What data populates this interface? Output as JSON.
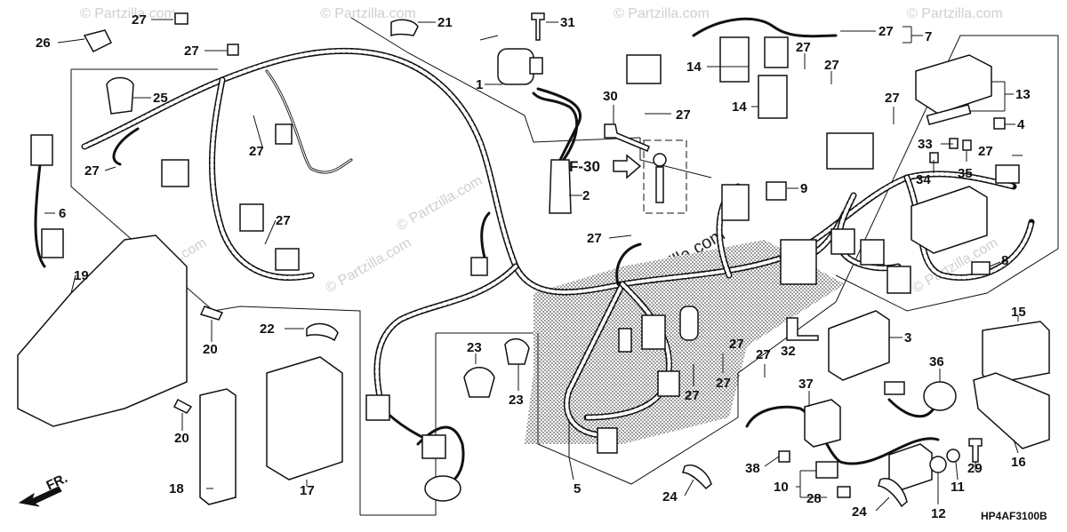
{
  "diagram": {
    "diagram_code": "HP4AF3100B",
    "ref_label": "F-30",
    "direction_label": "FR.",
    "watermark": "© Partzilla.com",
    "watermark_main": "© Partzilla.com",
    "callouts": [
      {
        "id": "c1",
        "label": "1"
      },
      {
        "id": "c2",
        "label": "2"
      },
      {
        "id": "c3",
        "label": "3"
      },
      {
        "id": "c4",
        "label": "4"
      },
      {
        "id": "c5",
        "label": "5"
      },
      {
        "id": "c6",
        "label": "6"
      },
      {
        "id": "c7",
        "label": "7"
      },
      {
        "id": "c8",
        "label": "8"
      },
      {
        "id": "c9",
        "label": "9"
      },
      {
        "id": "c10",
        "label": "10"
      },
      {
        "id": "c11",
        "label": "11"
      },
      {
        "id": "c12",
        "label": "12"
      },
      {
        "id": "c13",
        "label": "13"
      },
      {
        "id": "c14a",
        "label": "14"
      },
      {
        "id": "c14b",
        "label": "14"
      },
      {
        "id": "c15",
        "label": "15"
      },
      {
        "id": "c16",
        "label": "16"
      },
      {
        "id": "c17",
        "label": "17"
      },
      {
        "id": "c18",
        "label": "18"
      },
      {
        "id": "c19",
        "label": "19"
      },
      {
        "id": "c20a",
        "label": "20"
      },
      {
        "id": "c20b",
        "label": "20"
      },
      {
        "id": "c21",
        "label": "21"
      },
      {
        "id": "c22",
        "label": "22"
      },
      {
        "id": "c23a",
        "label": "23"
      },
      {
        "id": "c23b",
        "label": "23"
      },
      {
        "id": "c24a",
        "label": "24"
      },
      {
        "id": "c24b",
        "label": "24"
      },
      {
        "id": "c25",
        "label": "25"
      },
      {
        "id": "c26",
        "label": "26"
      },
      {
        "id": "c27a",
        "label": "27"
      },
      {
        "id": "c27b",
        "label": "27"
      },
      {
        "id": "c27c",
        "label": "27"
      },
      {
        "id": "c27d",
        "label": "27"
      },
      {
        "id": "c27e",
        "label": "27"
      },
      {
        "id": "c27f",
        "label": "27"
      },
      {
        "id": "c27g",
        "label": "27"
      },
      {
        "id": "c27h",
        "label": "27"
      },
      {
        "id": "c27i",
        "label": "27"
      },
      {
        "id": "c27j",
        "label": "27"
      },
      {
        "id": "c27k",
        "label": "27"
      },
      {
        "id": "c27l",
        "label": "27"
      },
      {
        "id": "c27m",
        "label": "27"
      },
      {
        "id": "c27n",
        "label": "27"
      },
      {
        "id": "c27o",
        "label": "27"
      },
      {
        "id": "c27p",
        "label": "27"
      },
      {
        "id": "c28",
        "label": "28"
      },
      {
        "id": "c29",
        "label": "29"
      },
      {
        "id": "c30",
        "label": "30"
      },
      {
        "id": "c31",
        "label": "31"
      },
      {
        "id": "c32",
        "label": "32"
      },
      {
        "id": "c33",
        "label": "33"
      },
      {
        "id": "c34",
        "label": "34"
      },
      {
        "id": "c35",
        "label": "35"
      },
      {
        "id": "c36",
        "label": "36"
      },
      {
        "id": "c37",
        "label": "37"
      },
      {
        "id": "c38",
        "label": "38"
      }
    ]
  }
}
